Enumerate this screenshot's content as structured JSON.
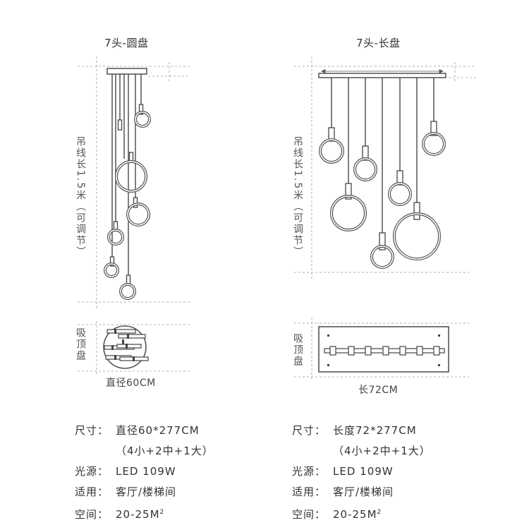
{
  "left": {
    "title": "7头-圆盘",
    "cable_label": "吊线长1.5米（可调节）",
    "ceiling_label": "吸顶盘",
    "dimension": "直径60CM",
    "specs": {
      "size_key": "尺寸：",
      "size_value": "直径60*277CM",
      "config": "（4小+2中+1大）",
      "light_key": "光源：",
      "light_value": "LED 109W",
      "use_key": "适用：",
      "use_value": "客厅/楼梯间",
      "space_key": "空间：",
      "space_value": "20-25M",
      "space_sup": "2"
    }
  },
  "right": {
    "title": "7头-长盘",
    "cable_label": "吊线长1.5米（可调节）",
    "ceiling_label": "吸顶盘",
    "dimension": "长72CM",
    "specs": {
      "size_key": "尺寸：",
      "size_value": "长度72*277CM",
      "config": "（4小+2中+1大）",
      "light_key": "光源：",
      "light_value": "LED 109W",
      "use_key": "适用：",
      "use_value": "客厅/楼梯间",
      "space_key": "空间：",
      "space_value": "20-25M",
      "space_sup": "2"
    }
  },
  "colors": {
    "line": "#3a3a3a",
    "dash": "#9a9a9a",
    "fixture": "#555555"
  }
}
